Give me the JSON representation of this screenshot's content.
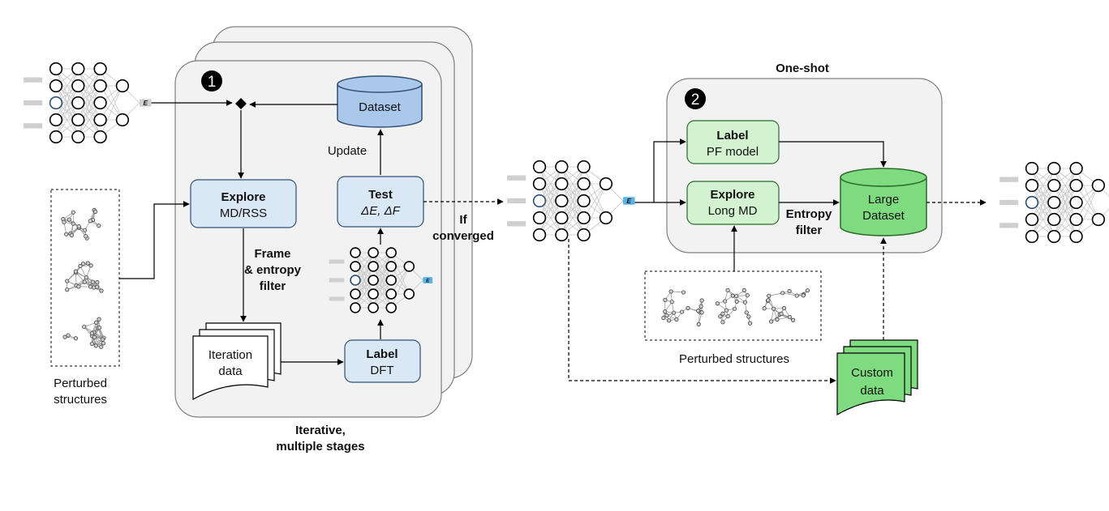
{
  "stage1": {
    "badge": "1",
    "caption_line1": "Iterative,",
    "caption_line2": "multiple stages",
    "dataset_label": "Dataset",
    "update_label": "Update",
    "explore_title": "Explore",
    "explore_sub": "MD/RSS",
    "test_title": "Test",
    "test_sub": "ΔE, ΔF",
    "filter_line1": "Frame",
    "filter_line2": "& entropy",
    "filter_line3": "filter",
    "iteration_line1": "Iteration",
    "iteration_line2": "data",
    "label_title": "Label",
    "label_sub": "DFT",
    "converged_line1": "If",
    "converged_line2": "converged"
  },
  "left": {
    "perturbed_line1": "Perturbed",
    "perturbed_line2": "structures"
  },
  "stage2": {
    "title": "One-shot",
    "badge": "2",
    "label_title": "Label",
    "label_sub": "PF model",
    "explore_title": "Explore",
    "explore_sub": "Long MD",
    "entropy_line1": "Entropy",
    "entropy_line2": "filter",
    "large_line1": "Large",
    "large_line2": "Dataset",
    "perturbed_label": "Perturbed structures",
    "custom_line1": "Custom",
    "custom_line2": "data"
  },
  "nn": {
    "output_label": "E"
  },
  "colors": {
    "blue_fill": "#dae8f6",
    "blue_dataset": "#a9c8ea",
    "blue_stroke": "#2f4f75",
    "green_fill": "#d3f2cf",
    "green_dataset": "#7fdb7f",
    "green_stroke": "#2c6b2c",
    "panel_fill": "#f2f2f2",
    "panel_stroke": "#7f7f7f",
    "output_fill": "#59b3e6"
  }
}
